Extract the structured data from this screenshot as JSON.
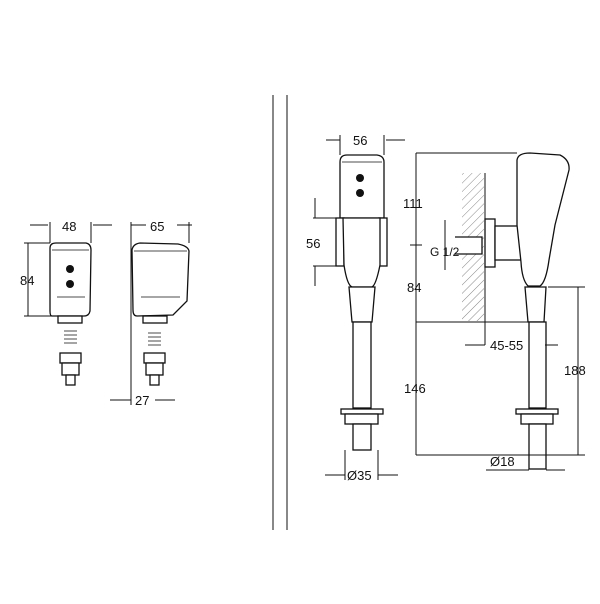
{
  "dimensions": {
    "front_small_width": "48",
    "front_small_height": "84",
    "side_small_depth": "65",
    "side_small_offset": "27",
    "front_width": "56",
    "front_mount_height": "56",
    "front_diameter": "Ø35",
    "side_top_height": "111",
    "side_mid_height": "84",
    "side_bottom_height": "146",
    "side_total_lower": "188",
    "thread": "G 1/2",
    "wall_distance": "45-55",
    "pipe_diameter": "Ø18"
  }
}
